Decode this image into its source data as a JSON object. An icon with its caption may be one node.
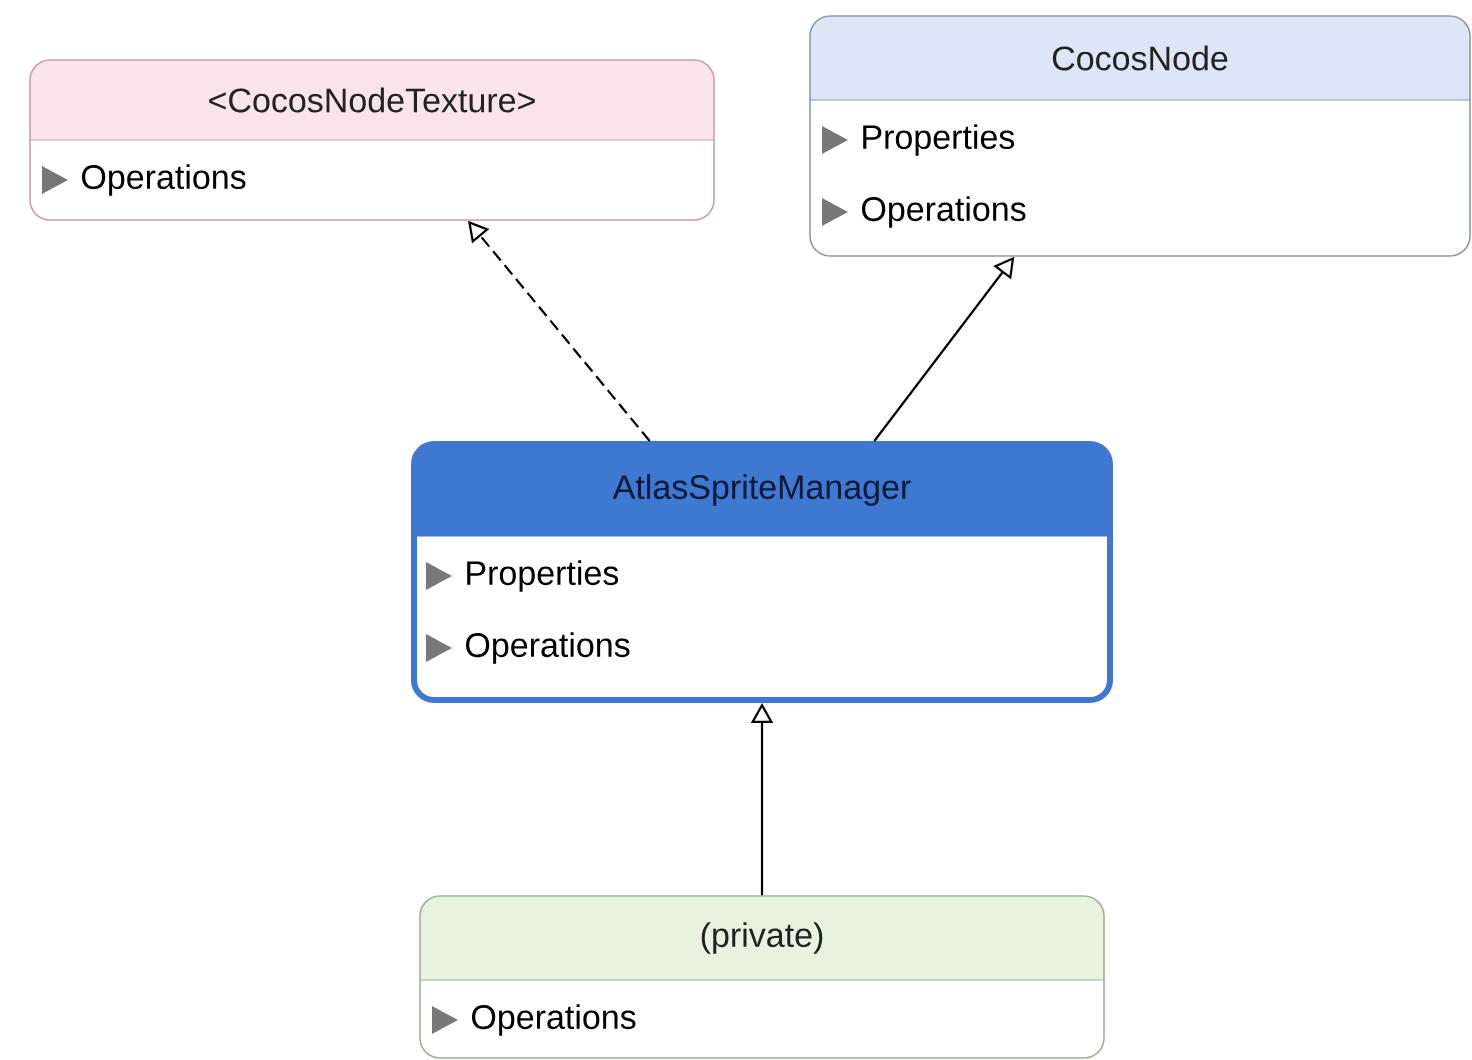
{
  "diagram": {
    "nodes": [
      {
        "text": [
          "<CocosNodeTexture>",
          "Operations"
        ]
      },
      {
        "text": [
          "CocosNode",
          "Properties",
          "Operations"
        ]
      },
      {
        "text": [
          "AtlasSpriteManager",
          "Properties",
          "Operations"
        ]
      },
      {
        "text": [
          "(private)",
          "Operations"
        ]
      }
    ],
    "edges": [
      {
        "from": 2,
        "to": 0,
        "arrow": "to",
        "style": "dashed"
      },
      {
        "from": 2,
        "to": 1,
        "arrow": "to"
      },
      {
        "from": 3,
        "to": 2,
        "arrow": "to"
      }
    ]
  }
}
